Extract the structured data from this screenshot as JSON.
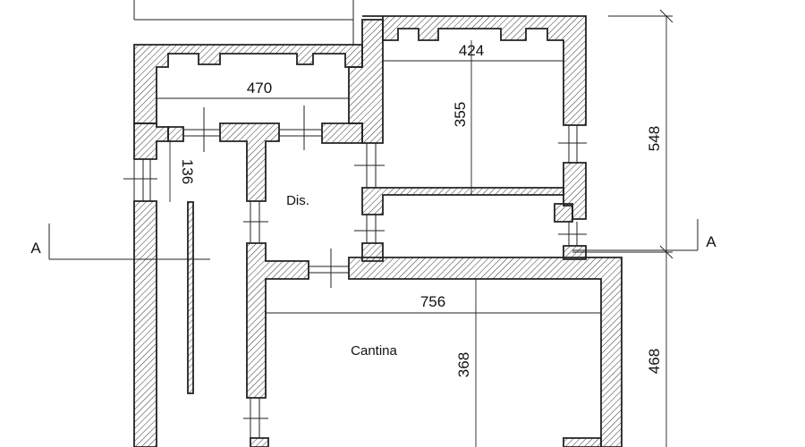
{
  "rooms": {
    "disimpegno": "Dis.",
    "cantina": "Cantina"
  },
  "dimensions": {
    "top_left_width": "470",
    "top_right_width": "424",
    "top_right_depth": "355",
    "corridor_depth": "136",
    "overall_top_height": "548",
    "cantina_width": "756",
    "cantina_depth": "368",
    "overall_bottom_height": "468"
  },
  "section_marks": {
    "left": "A",
    "right": "A"
  }
}
